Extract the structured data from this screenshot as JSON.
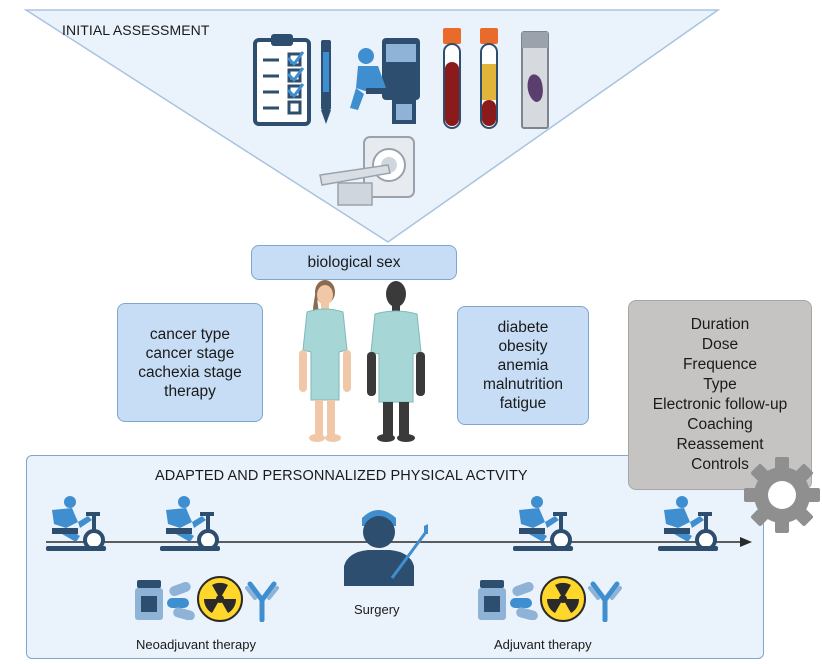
{
  "assessment": {
    "title": "INITIAL ASSESSMENT"
  },
  "center_box": {
    "label": "biological sex"
  },
  "left_box": {
    "items": [
      "cancer type",
      "cancer stage",
      "cachexia stage",
      "therapy"
    ]
  },
  "right_box": {
    "items": [
      "diabete",
      "obesity",
      "anemia",
      "malnutrition",
      "fatigue"
    ]
  },
  "parameters_box": {
    "items": [
      "Duration",
      "Dose",
      "Frequence",
      "Type",
      "Electronic follow-up",
      "Coaching",
      "Reassement",
      "Controls"
    ]
  },
  "activity_panel": {
    "title": "ADAPTED AND PERSONNALIZED PHYSICAL ACTVITY",
    "surgery_label": "Surgery",
    "neoadjuvant_label": "Neoadjuvant therapy",
    "adjuvant_label": "Adjuvant therapy"
  },
  "colors": {
    "triangle_fill": "#eaf2fb",
    "triangle_stroke": "#a8c3e0",
    "box_fill": "#c6ddf5",
    "box_stroke": "#7fa6cf",
    "grey_box": "#c6c4c3",
    "dark_blue": "#2d4e6e",
    "bike_blue": "#3f8fd0",
    "blood_red": "#8b1a1a",
    "cap_orange": "#e96b2c",
    "gown": "#a6d7d6",
    "gear_grey": "#8f8f8f"
  }
}
